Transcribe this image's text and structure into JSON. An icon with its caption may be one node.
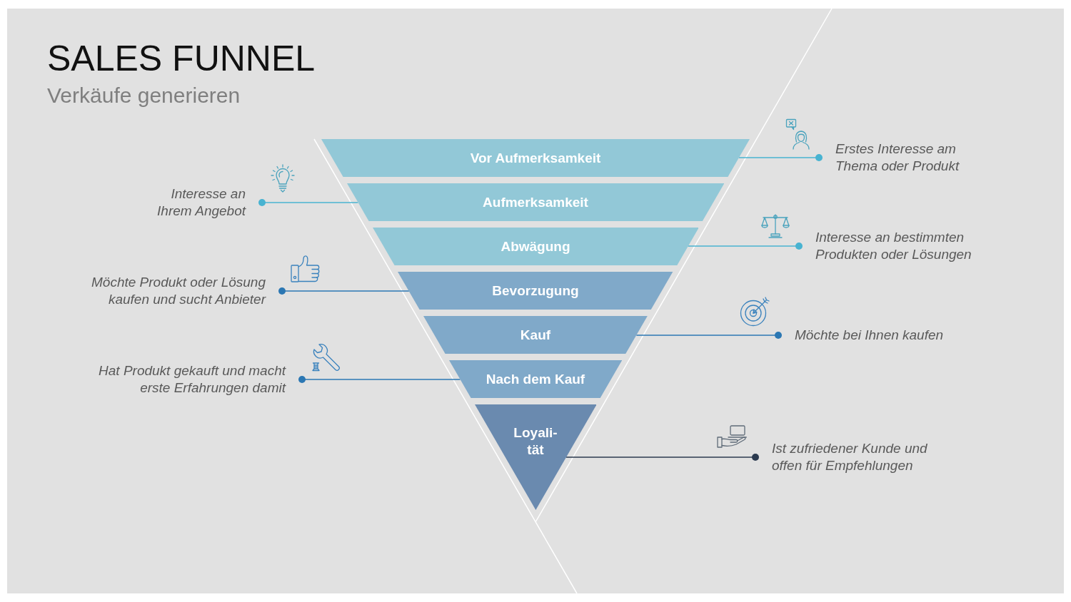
{
  "diagram": {
    "title": "SALES FUNNEL",
    "nodes": [
      {
        "text": [
          "Vor Aufmerksamkeit"
        ]
      },
      {
        "text": [
          "Aufmerksamkeit"
        ]
      },
      {
        "text": [
          "Abwägung"
        ]
      },
      {
        "text": [
          "Bevorzugung"
        ]
      },
      {
        "text": [
          "Kauf"
        ]
      },
      {
        "text": [
          "Nach dem Kauf"
        ]
      },
      {
        "text": [
          "Loyali- tät"
        ]
      },
      {
        "text": [
          "Erstes Interesse am Thema oder Produkt"
        ]
      },
      {
        "text": [
          "Interesse an Ihrem Angebot"
        ]
      },
      {
        "text": [
          "Interesse an bestimmten Produkten oder Lösungen"
        ]
      },
      {
        "text": [
          "Möchte Produkt oder Lösung kaufen und sucht Anbieter"
        ]
      },
      {
        "text": [
          "Möchte bei Ihnen kaufen"
        ]
      },
      {
        "text": [
          "Hat Produkt gekauft und macht erste Erfahrungen damit"
        ]
      },
      {
        "text": [
          "Ist zufriedener Kunde und offen für Empfehlungen"
        ]
      }
    ],
    "edges": [
      {
        "from": 7,
        "to": 0,
        "arrow": "other",
        "color": "#48b3d1"
      },
      {
        "from": 8,
        "to": 1,
        "arrow": "other",
        "color": "#48b3d1"
      },
      {
        "from": 9,
        "to": 2,
        "arrow": "other",
        "color": "#48b3d1"
      },
      {
        "from": 10,
        "to": 3,
        "arrow": "other",
        "color": "#2b77b3"
      },
      {
        "from": 11,
        "to": 4,
        "arrow": "other",
        "color": "#2b77b3"
      },
      {
        "from": 12,
        "to": 5,
        "arrow": "other",
        "color": "#2b77b3"
      },
      {
        "from": 13,
        "to": 6,
        "arrow": "other",
        "color": "#2b3a4f"
      }
    ],
    "labels": [
      "Verkäufe generieren"
    ]
  }
}
